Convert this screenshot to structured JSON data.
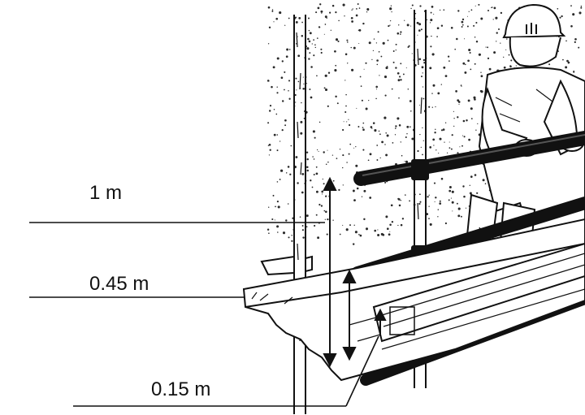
{
  "labels": {
    "top_rail_height": "1 m",
    "mid_rail_height": "0.45 m",
    "toe_board_height": "0.15 m"
  },
  "colors": {
    "ink": "#111111",
    "paper": "#ffffff",
    "stipple": "#2a2a2a"
  },
  "icons": {
    "worker": "worker-figure-icon",
    "helmet": "hard-hat-icon"
  }
}
